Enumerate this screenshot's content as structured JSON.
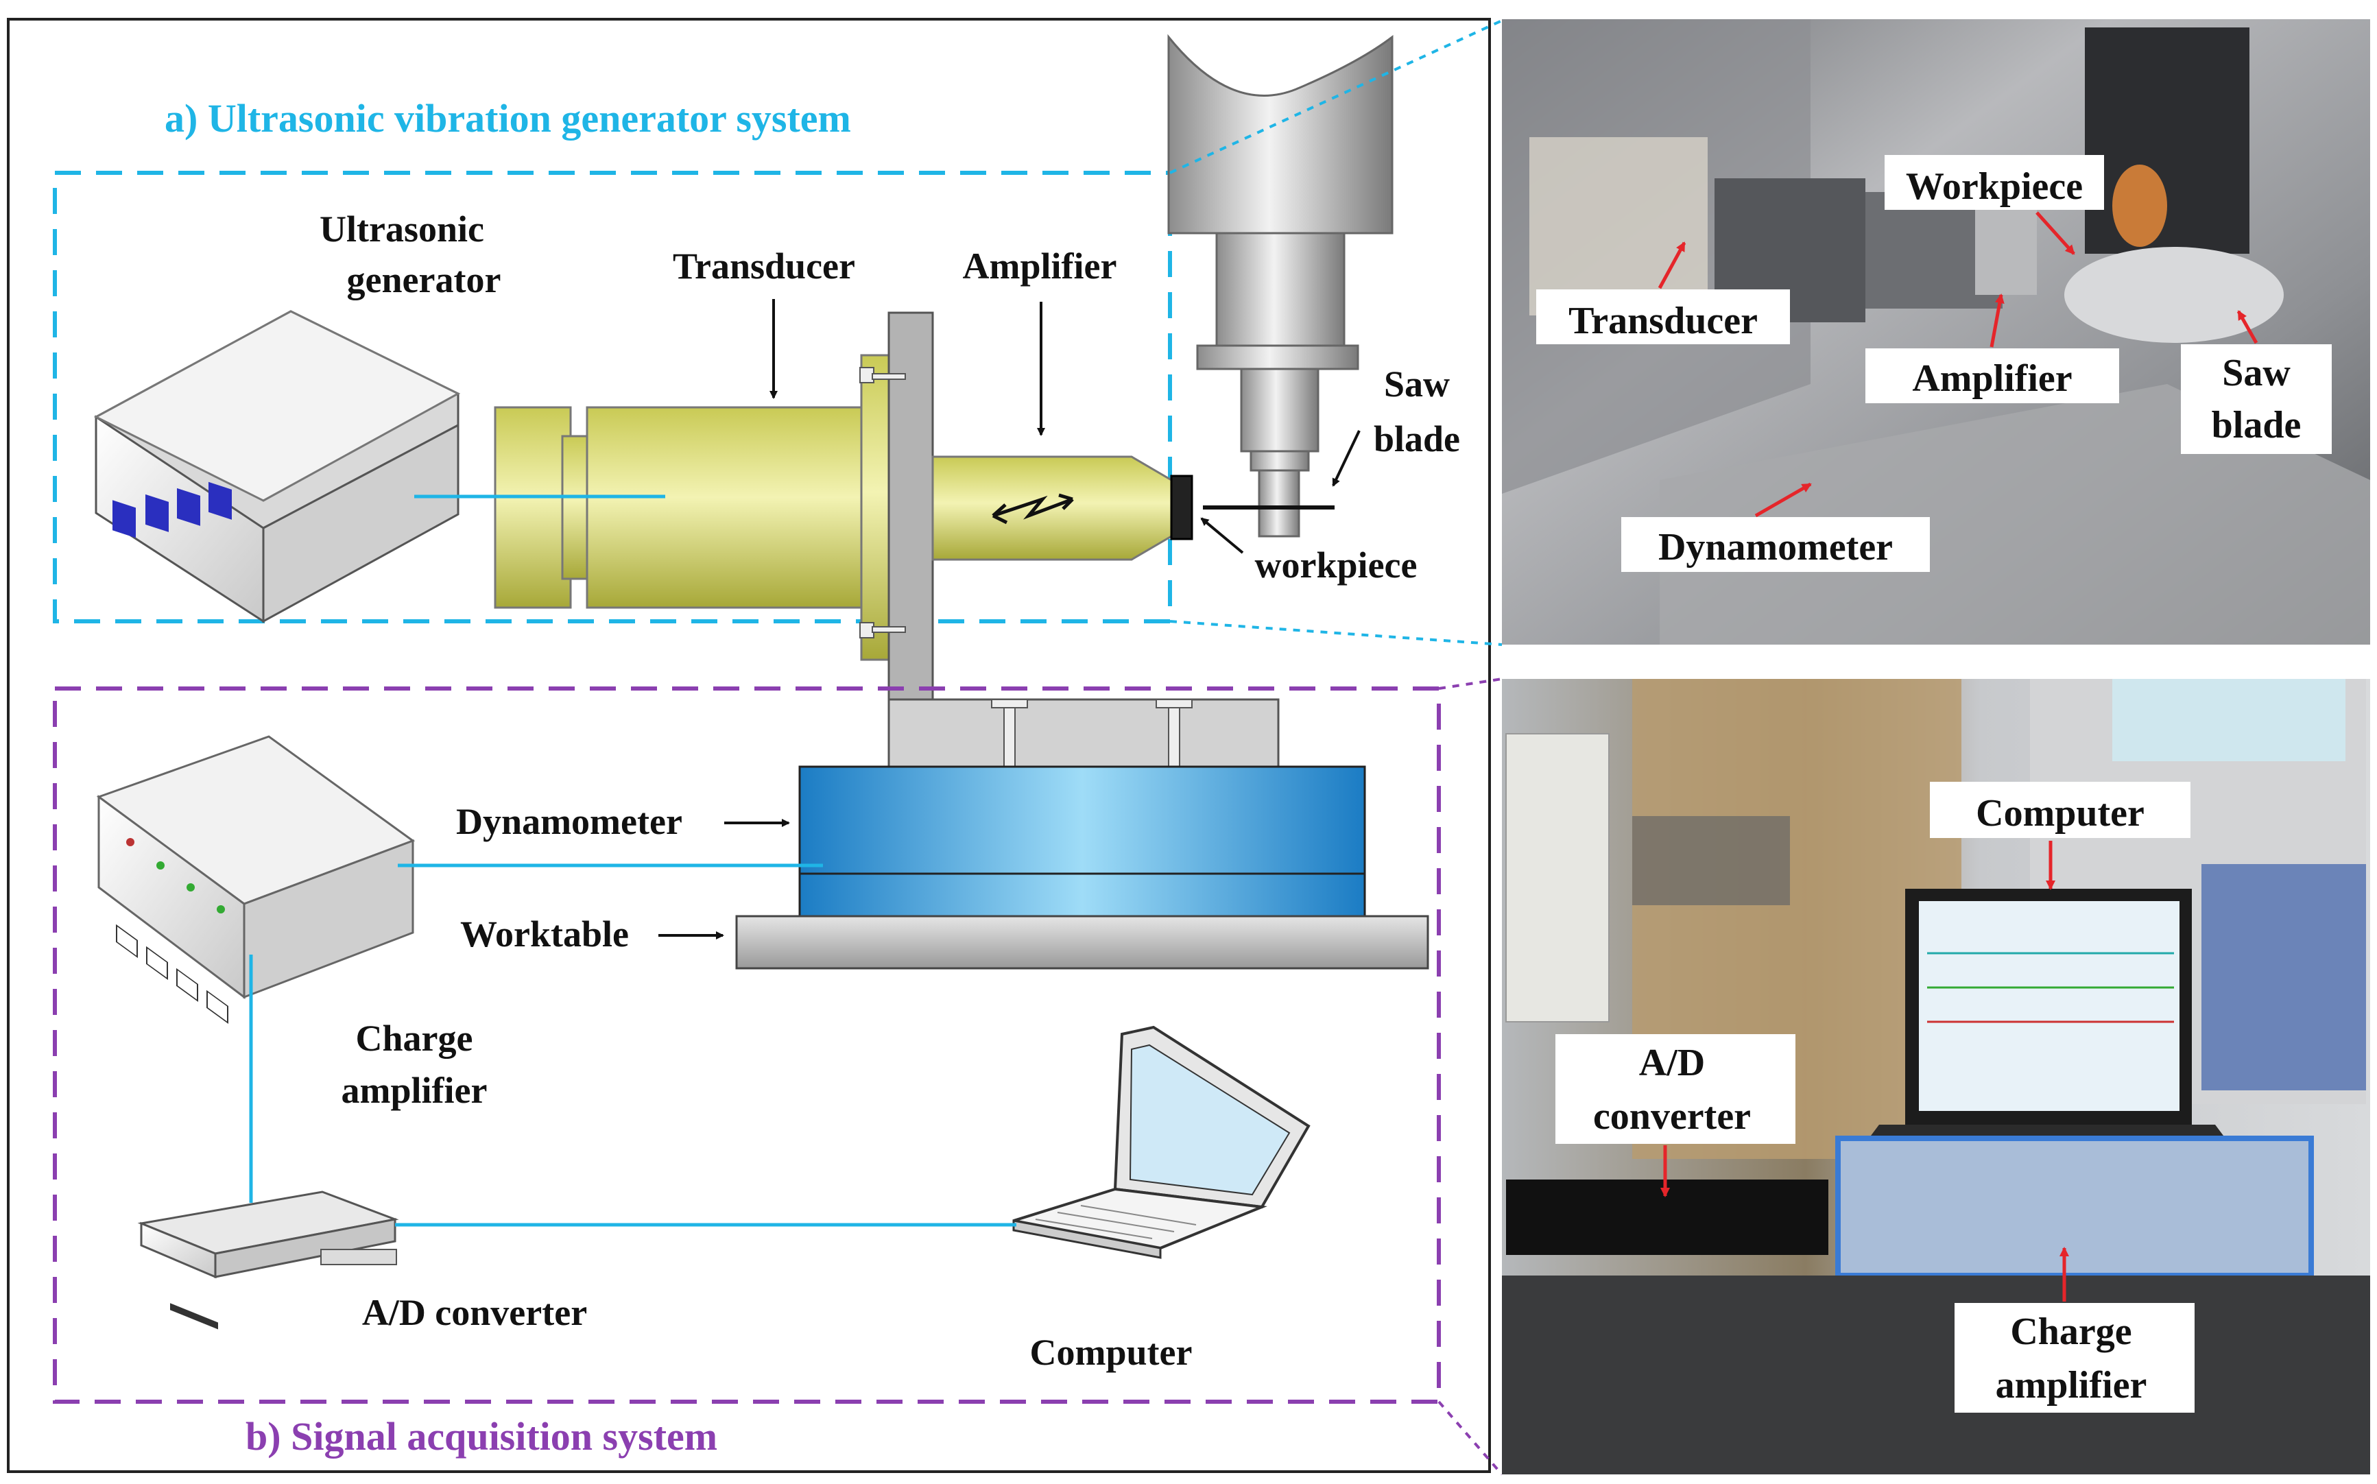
{
  "diagram": {
    "section_a_title": "a) Ultrasonic vibration generator system",
    "section_b_title": "b) Signal acquisition system",
    "labels": {
      "ultrasonic_generator": [
        "Ultrasonic",
        "generator"
      ],
      "transducer": "Transducer",
      "amplifier": "Amplifier",
      "saw_blade": [
        "Saw",
        "blade"
      ],
      "workpiece": "workpiece",
      "dynamometer": "Dynamometer",
      "worktable": "Worktable",
      "charge_amplifier": [
        "Charge",
        "amplifier"
      ],
      "ad_converter": "A/D converter",
      "computer": "Computer"
    }
  },
  "photo_top": {
    "labels": {
      "workpiece": "Workpiece",
      "transducer": "Transducer",
      "amplifier": "Amplifier",
      "saw_blade": [
        "Saw",
        "blade"
      ],
      "dynamometer": "Dynamometer"
    }
  },
  "photo_bottom": {
    "labels": {
      "computer": "Computer",
      "ad_converter": [
        "A/D",
        "converter"
      ],
      "charge_amplifier": [
        "Charge",
        "amplifier"
      ]
    }
  },
  "colors": {
    "section_a": "#1fb5e6",
    "section_b": "#8b3fb0",
    "transducer_fill": "#d6d77a",
    "dynamometer_fill": "#2f9bd8",
    "connection_line": "#1fb5e6",
    "arrow_red": "#e5252a"
  }
}
